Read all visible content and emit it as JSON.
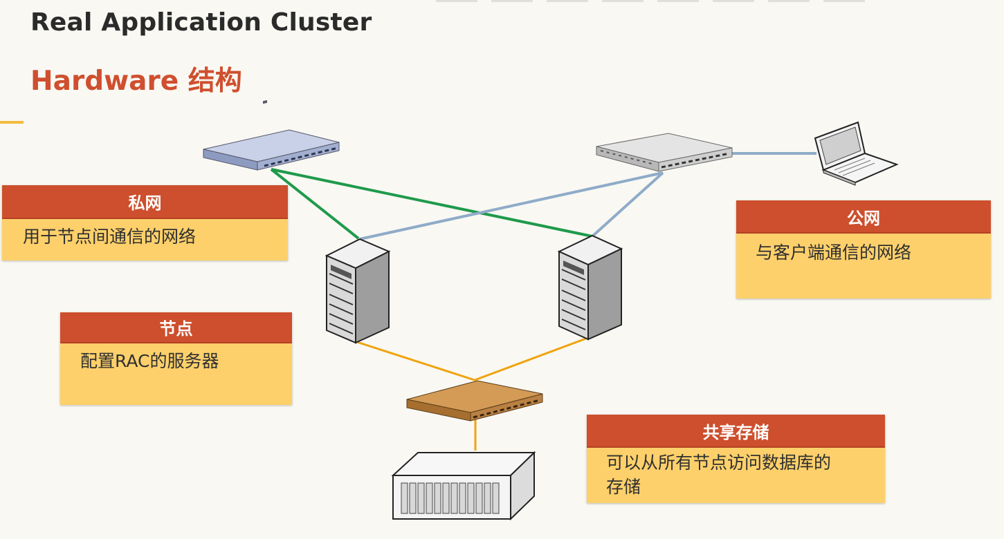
{
  "header": {
    "title": "Real Application Cluster",
    "subtitle": "Hardware 结构"
  },
  "callouts": {
    "private_network": {
      "heading": "私网",
      "text": "用于节点间通信的网络"
    },
    "public_network": {
      "heading": "公网",
      "text": "与客户端通信的网络"
    },
    "nodes": {
      "heading": "节点",
      "text": "配置RAC的服务器"
    },
    "shared_storage": {
      "heading": "共享存储",
      "text_line1": "可以从所有节点访问数据库的",
      "text_line2": "存储"
    }
  },
  "colors": {
    "accent": "#cd4f2d",
    "callout_body": "#fdd06b",
    "private_link": "#1f9a4b",
    "public_link": "#8fabc8",
    "storage_link": "#f0a30e"
  },
  "icons": [
    "private-switch-icon",
    "public-switch-icon",
    "laptop-icon",
    "server-icon",
    "storage-switch-icon",
    "storage-array-icon"
  ]
}
